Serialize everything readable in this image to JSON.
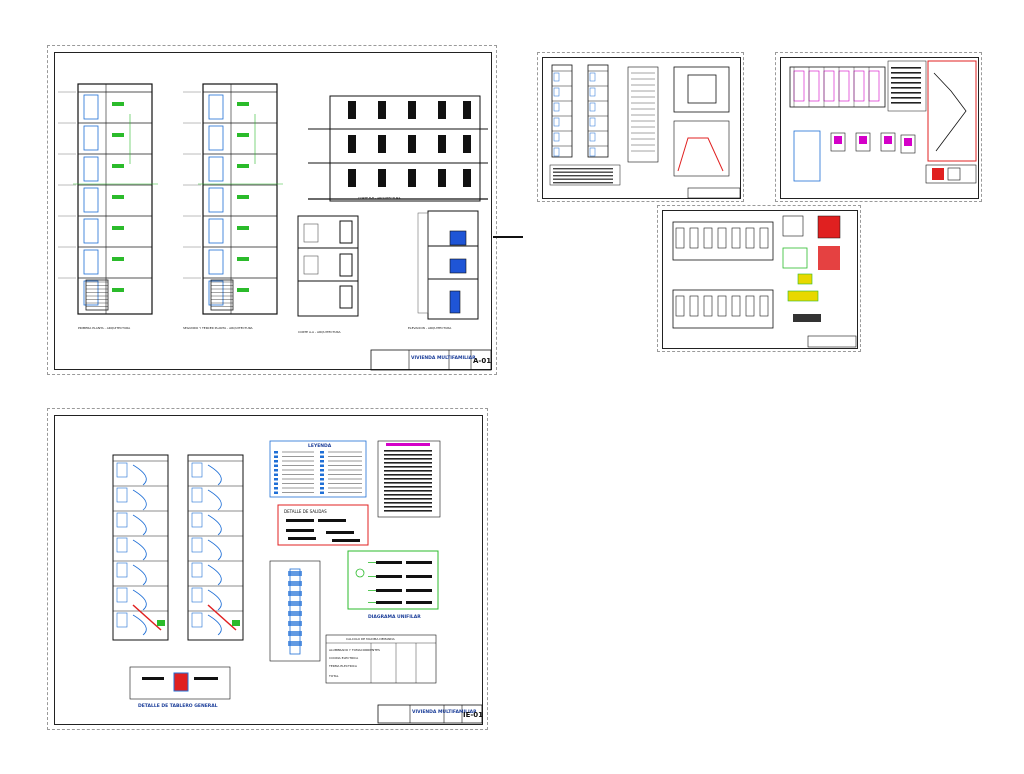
{
  "sheets": {
    "arquitectura": {
      "plan_labels": [
        "PRIMERA PLANTA - ARQUITECTURA",
        "SEGUNDO Y TERCER PLANTA - ARQUITECTURA"
      ],
      "section_labels": [
        "CORTE B-B - ARQUITECTURA",
        "CORTE A-A - ARQUITECTURA",
        "ELEVACION - ARQUITECTURA"
      ],
      "title_block": {
        "logo": "VIVIENDA MULTIFAMILIAR",
        "sheet_code": "A-01"
      }
    },
    "estructuras_1": {
      "title_block": {
        "sheet_code": ""
      }
    },
    "estructuras_2": {
      "title_block": {
        "sheet_code": ""
      }
    },
    "estructuras_3": {
      "title_block": {
        "sheet_code": ""
      }
    },
    "electricas": {
      "legend_title": "LEYENDA",
      "detail_label": "DETALLE DE SALIDAS",
      "diagram_label": "DIAGRAMA UNIFILAR",
      "board_label": "DETALLE DE TABLERO GENERAL",
      "load_table_title": "CALCULO DE MAXIMA DEMANDA",
      "load_table_rows": [
        "ALUMBRADO Y TOMACORRIENTES",
        "COCINA ELECTRICA",
        "TERMA ELECTRICA",
        "TOTAL"
      ],
      "title_block": {
        "logo": "VIVIENDA MULTIFAMILIAR",
        "sheet_code": "IE-01"
      }
    }
  },
  "colors": {
    "line": "#1a1a1a",
    "door": "#1f6fd6",
    "green": "#2bbb2b",
    "red": "#e02020",
    "magenta": "#d400c8",
    "yellow": "#e8d800"
  }
}
